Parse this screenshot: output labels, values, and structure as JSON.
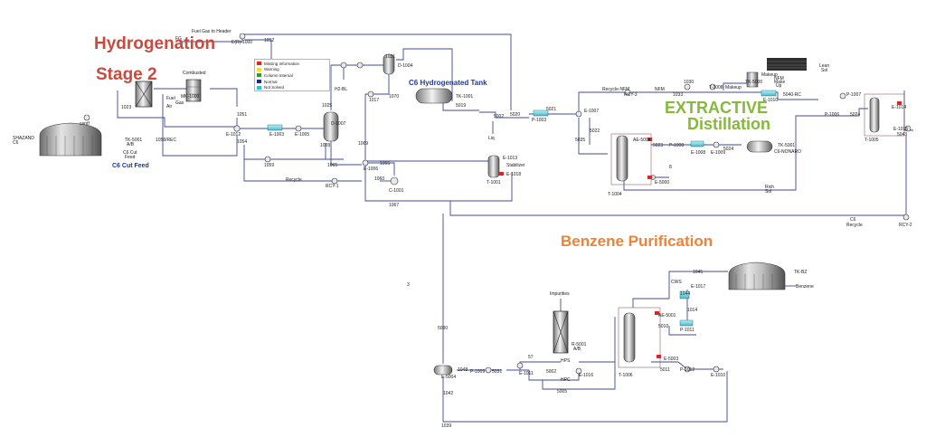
{
  "section_titles": {
    "hydrogenation": "Hydrogenation",
    "stage2": "Stage 2",
    "extractive": "EXTRACTIVE",
    "distillation": "Distillation",
    "benzene_purification": "Benzene Purification",
    "c6_hydrogenated_tank": "C6 Hydrogenated Tank",
    "c6_cut_feed": "C6 Cut Feed"
  },
  "legend": [
    {
      "label": "Missing Information",
      "color": "#e0261b"
    },
    {
      "label": "Warning",
      "color": "#f2e21a"
    },
    {
      "label": "Column Internal",
      "color": "#2e9c3c"
    },
    {
      "label": "Normal",
      "color": "#1a2c8c"
    },
    {
      "label": "Not Solved",
      "color": "#1ec6e8"
    }
  ],
  "labels": {
    "fuel_gas": "Fuel Gas to Header",
    "s1052": "1052",
    "e1000": "E(R)-1000",
    "fg": "FG",
    "shazand": "SHAZAND",
    "c6": "C6",
    "centf": "centf",
    "combusted": "Combusted",
    "mk": "MK-1000",
    "fuel_gas2": "Fuel",
    "gas": "Gas",
    "air": "Air",
    "s1023": "1023",
    "tk5001": "TK-5001",
    "ab": "A/B",
    "c6cut": "C6 Cut",
    "feed": "Feed",
    "s1058rec": "1058/REC",
    "s1051": "1051",
    "e1012": "E-1012",
    "e1003": "E-1003",
    "e1005": "E-1005",
    "d1007": "D-1007",
    "s1054": "1054",
    "s1059": "1059",
    "recycle": "Recycle",
    "rcy1": "RCY-1",
    "s1065": "1065",
    "h2bl": "H2-BL",
    "s1025": "1025",
    "s1028": "1028",
    "d1004": "D-1004",
    "s1031": "1031",
    "s1017": "1017",
    "s1070": "1070",
    "s1069": "1069",
    "e1006": "E-1006",
    "s1066": "1066",
    "s1060": "1060",
    "c1001": "C-1001",
    "s1067": "1067",
    "tk1001": "TK-1001",
    "s5019": "5019",
    "s5002": "5002",
    "liq": "Liq",
    "e1013": "E-1013",
    "stabilizer": "Stabilizer",
    "e1018": "E-1018",
    "t1001": "T-1001",
    "s5020": "5020",
    "s5021": "5021",
    "p1003": "P-1003",
    "e1007": "E-1007",
    "s5022": "5022",
    "s5035": "5035",
    "recycle_nfm": "Recycle-NFM",
    "rcy3": "RCY-3",
    "nfm": "NFM",
    "s1030": "1030",
    "s1033": "1033",
    "t1008": "T-1008",
    "makeup": "Makeup",
    "tk5000": "TK-5000",
    "makeup2": "Makeup",
    "nfm_makeup": "NFM",
    "makeup_up": "Make",
    "up": "Up",
    "leansol": "Lean",
    "sol": "Sol",
    "e1010": "E-1010",
    "s5040rc": "5040-RC",
    "p1007": "P-1007",
    "ae5004": "AE-5004",
    "s5023": "5023",
    "p1008": "P-1008",
    "e1008": "E-1008",
    "e1009": "E-1009",
    "s5024": "5024",
    "tk5001b": "TK-5001",
    "c6nonaro": "C6-NONARO",
    "t1004": "T-1004",
    "e5000": "E-5000",
    "richsol": "Rich",
    "sol2": "Sol",
    "p1006": "P-1006",
    "s5024b": "5024",
    "t1005": "T-1005",
    "e1014": "E-1014",
    "e1015": "E-1015",
    "s5043": "5043",
    "c6recycle": "C6",
    "recycle2": "Recycle",
    "rcy2": "RCY-2",
    "s8": "8",
    "s5030": "5030",
    "e5004": "E-5004",
    "s1042": "1042",
    "s1048": "1048",
    "s1039": "1039",
    "p1009": "P-1009",
    "s5031": "5031",
    "impurities": "Impurities",
    "r5001": "R-5001",
    "ab2": "A/B",
    "s57": "57",
    "e1011": "E-1011",
    "hps": "HPS",
    "s5005": "5005",
    "hpc": "HPC",
    "s5002b": "5002",
    "e1016": "E-1016",
    "cws": "CWS",
    "s1045": "1045",
    "s1044": "1044",
    "e1017": "E-1017",
    "s1014": "1014",
    "p1011": "P-1011",
    "ae5001": "AE-5001",
    "s5010": "5010",
    "e5003": "E-5003",
    "t1006": "T-1006",
    "s5011": "5011",
    "p1012": "P-1012",
    "e1010b": "E-1010",
    "tkbz": "TK-BZ",
    "benzene": "Benzene",
    "s3": "3"
  }
}
